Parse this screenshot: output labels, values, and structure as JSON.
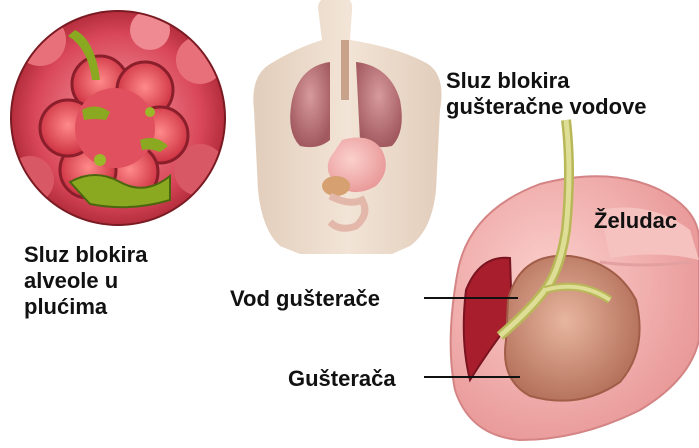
{
  "labels": {
    "alveoli_line1": "Sluz blokira",
    "alveoli_line2": "alveole u",
    "alveoli_line3": "plućima",
    "ducts_line1": "Sluz blokira",
    "ducts_line2": "gušteračne vodove",
    "stomach": "Želudac",
    "pancreatic_duct": "Vod gušterače",
    "pancreas": "Gušterača"
  },
  "colors": {
    "lung_tissue": "#d9485a",
    "mucus": "#8aa820",
    "body_skin": "#ead8c8",
    "pancreas": "#c98a72",
    "stomach": "#f0a8a8"
  }
}
